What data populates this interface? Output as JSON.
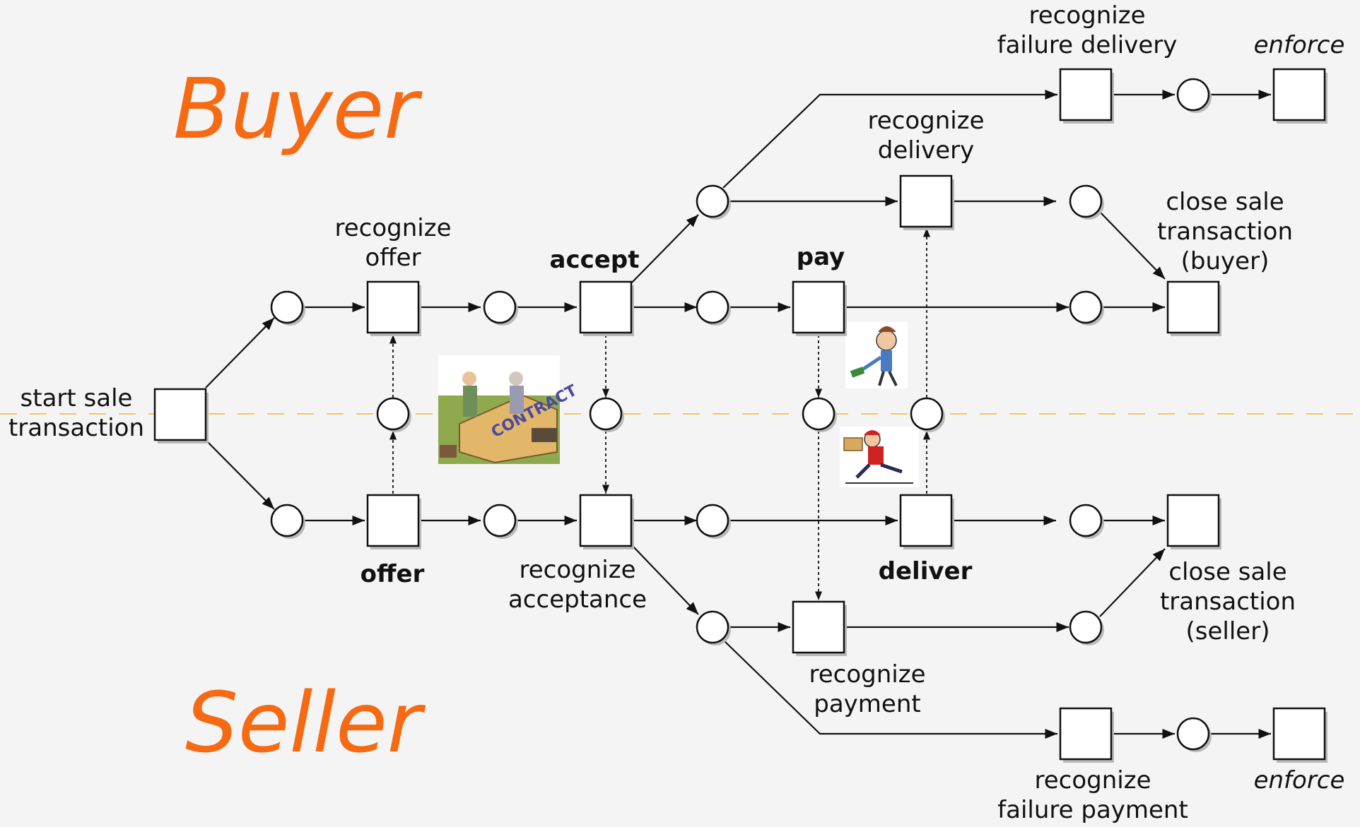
{
  "roles": {
    "buyer": "Buyer",
    "seller": "Seller"
  },
  "labels": {
    "start": [
      "start sale",
      "transaction"
    ],
    "recognize_offer": [
      "recognize",
      "offer"
    ],
    "accept": "accept",
    "pay": "pay",
    "recognize_delivery": [
      "recognize",
      "delivery"
    ],
    "recognize_failure_delivery": [
      "recognize",
      "failure delivery"
    ],
    "enforce_buyer": "enforce",
    "close_buyer": [
      "close sale",
      "transaction",
      "(buyer)"
    ],
    "offer": "offer",
    "recognize_acceptance": [
      "recognize",
      "acceptance"
    ],
    "deliver": "deliver",
    "recognize_payment": [
      "recognize",
      "payment"
    ],
    "close_seller": [
      "close sale",
      "transaction",
      "(seller)"
    ],
    "recognize_failure_payment": [
      "recognize",
      "failure payment"
    ],
    "enforce_seller": "enforce"
  },
  "colors": {
    "role": "#f56a12",
    "divider": "#f2c860"
  },
  "images": {
    "contract_scene": "contract-illustration",
    "pay_figure": "paying-person-illustration",
    "courier_figure": "courier-illustration"
  }
}
